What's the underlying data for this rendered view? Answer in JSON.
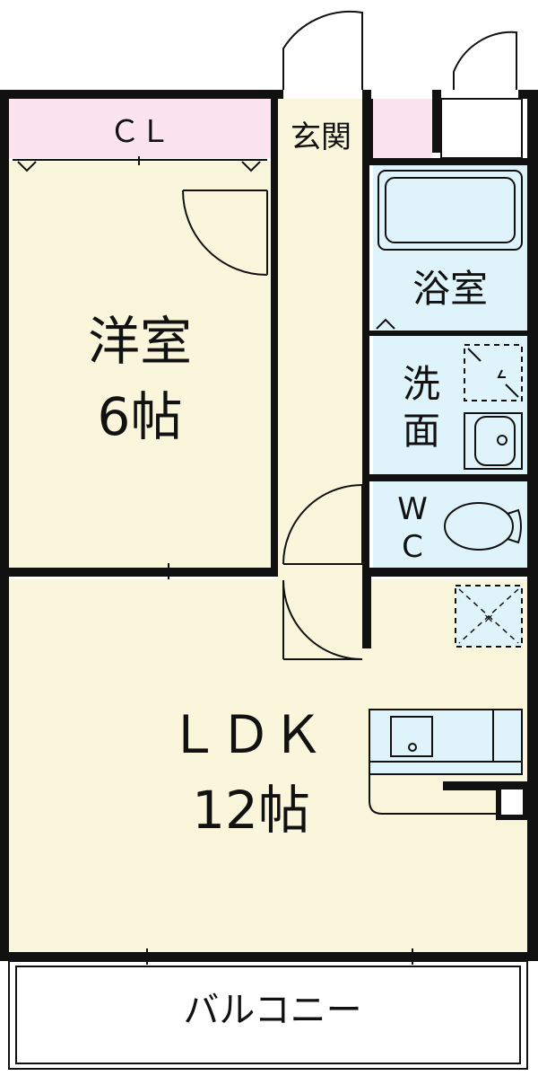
{
  "rooms": {
    "closet": "ＣＬ",
    "entrance": "玄関",
    "western_room": {
      "name": "洋室",
      "size": "6帖"
    },
    "bathroom": "浴室",
    "washroom": {
      "line1": "洗",
      "line2": "面"
    },
    "toilet": {
      "line1": "W",
      "line2": "C"
    },
    "ldk": {
      "name": "ＬＤＫ",
      "size": "12帖"
    },
    "balcony": "バルコニー"
  },
  "colors": {
    "floor": "#faf6dc",
    "wet_area": "#dff3fa",
    "closet": "#fbe4ee",
    "wall": "#111111"
  }
}
